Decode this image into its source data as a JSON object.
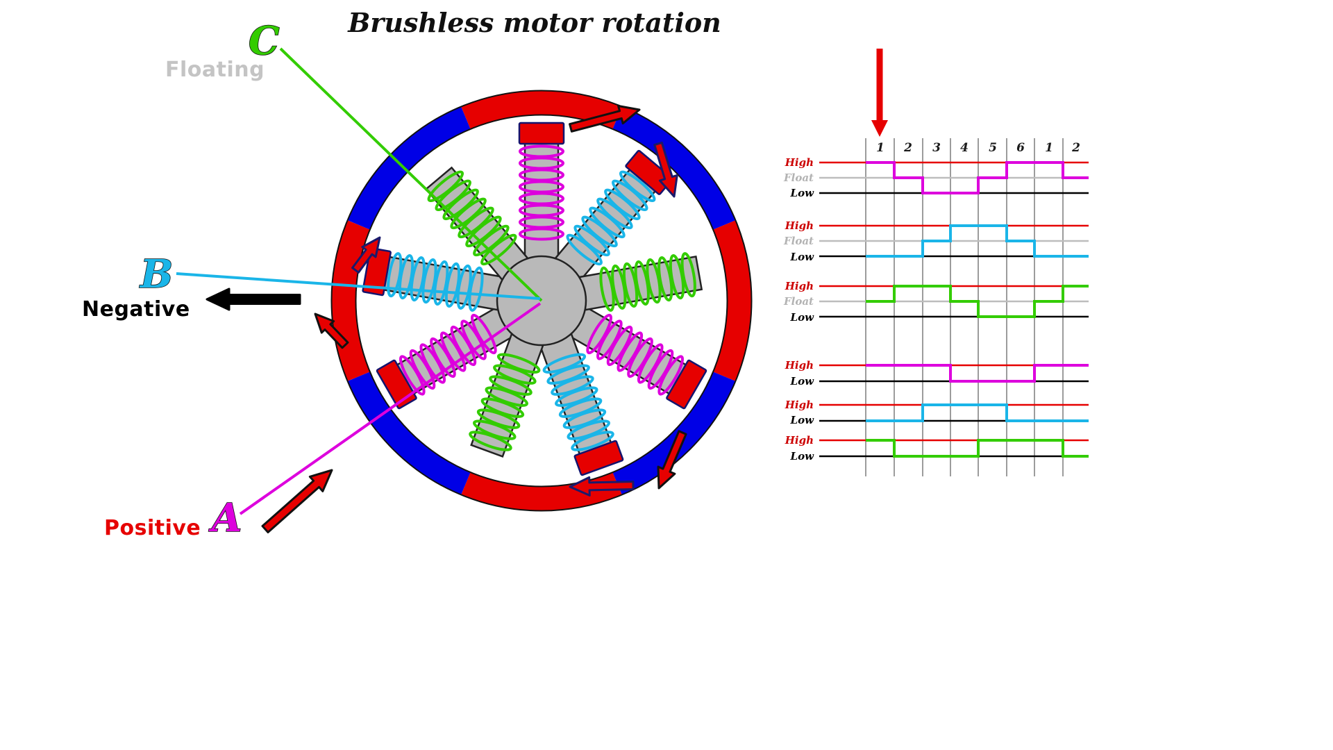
{
  "title": "Brushless motor rotation",
  "motor": {
    "phases": [
      {
        "letter": "A",
        "state": "Positive"
      },
      {
        "letter": "B",
        "state": "Negative"
      },
      {
        "letter": "C",
        "state": "Floating"
      }
    ],
    "colors": {
      "phase_a": "#dd00dd",
      "phase_b": "#1ab5e8",
      "phase_c": "#33cc00",
      "rotor_north": "#e60000",
      "rotor_south": "#0000e6",
      "pole_cap": "#e60000",
      "state_positive": "#e60000",
      "state_negative": "#000000",
      "state_floating": "#c4c4c4"
    }
  },
  "timing": {
    "current_step_column": "1",
    "columns": [
      "1",
      "2",
      "3",
      "4",
      "5",
      "6",
      "1",
      "2"
    ],
    "groups": [
      {
        "name": "phase-a",
        "color": "#dd00dd",
        "labels": [
          "High",
          "Float",
          "Low"
        ],
        "levels": [
          "High",
          "Float",
          "Low",
          "Low",
          "Float",
          "High",
          "High",
          "Float"
        ]
      },
      {
        "name": "phase-b",
        "color": "#1ab5e8",
        "labels": [
          "High",
          "Float",
          "Low"
        ],
        "levels": [
          "Low",
          "Low",
          "Float",
          "High",
          "High",
          "Float",
          "Low",
          "Low"
        ]
      },
      {
        "name": "phase-c",
        "color": "#33cc00",
        "labels": [
          "High",
          "Float",
          "Low"
        ],
        "levels": [
          "Float",
          "High",
          "High",
          "Float",
          "Low",
          "Low",
          "Float",
          "High"
        ]
      },
      {
        "name": "hall-a",
        "color": "#dd00dd",
        "labels": [
          "High",
          "Low"
        ],
        "levels": [
          "High",
          "High",
          "High",
          "Low",
          "Low",
          "Low",
          "High",
          "High"
        ]
      },
      {
        "name": "hall-b",
        "color": "#1ab5e8",
        "labels": [
          "High",
          "Low"
        ],
        "levels": [
          "Low",
          "Low",
          "High",
          "High",
          "High",
          "Low",
          "Low",
          "Low"
        ]
      },
      {
        "name": "hall-c",
        "color": "#33cc00",
        "labels": [
          "High",
          "Low"
        ],
        "levels": [
          "High",
          "Low",
          "Low",
          "Low",
          "High",
          "High",
          "High",
          "Low"
        ]
      }
    ]
  }
}
